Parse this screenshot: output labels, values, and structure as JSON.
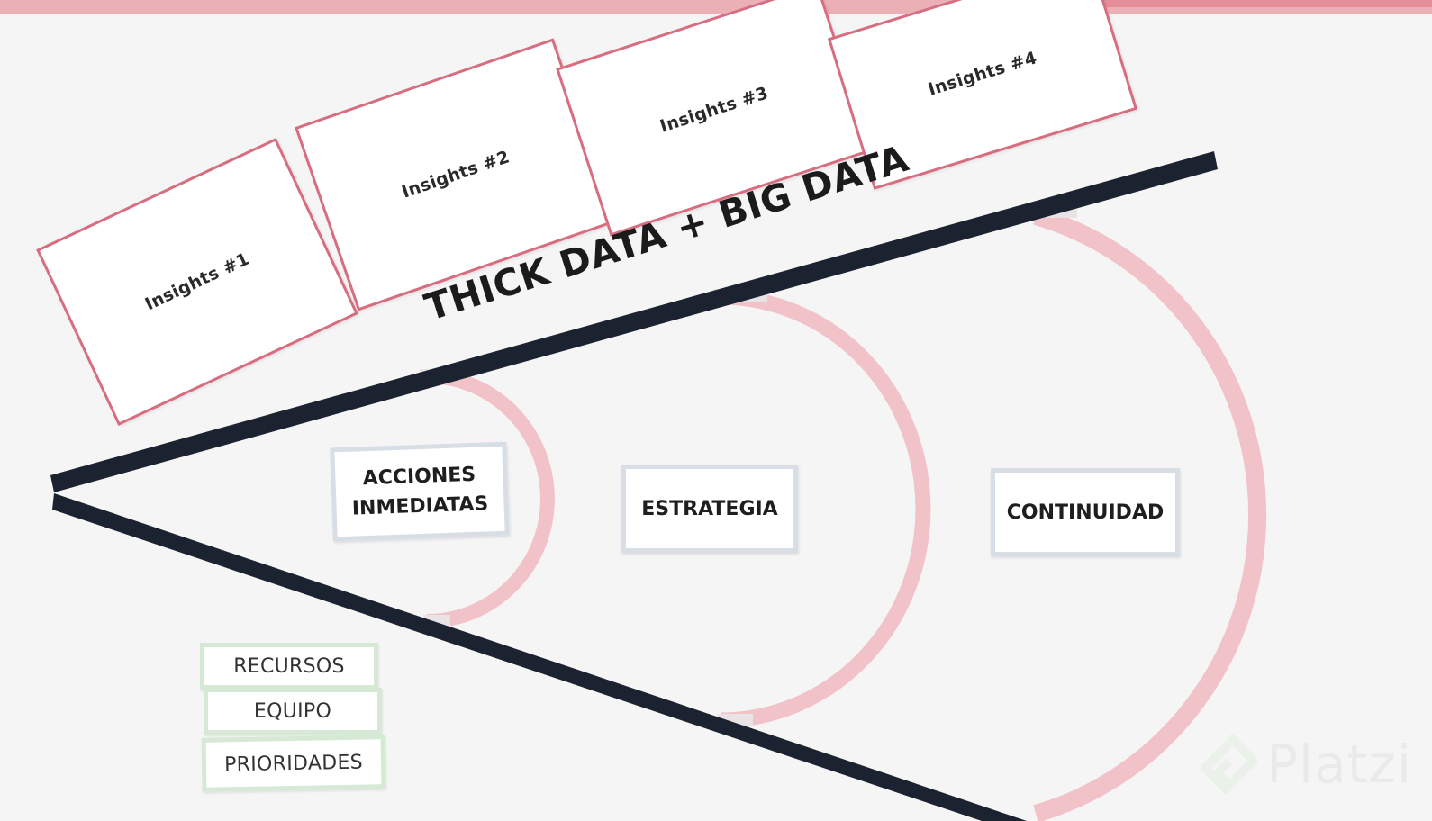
{
  "board": {
    "headline": "THICK DATA + BIG DATA",
    "insights": [
      {
        "label": "Insights #1"
      },
      {
        "label": "Insights #2"
      },
      {
        "label": "Insights #3"
      },
      {
        "label": "Insights #4"
      }
    ],
    "phases": [
      {
        "label": "ACCIONES\nINMEDIATAS"
      },
      {
        "label": "ESTRATEGIA"
      },
      {
        "label": "CONTINUIDAD"
      }
    ],
    "resources": [
      {
        "label": "RECURSOS"
      },
      {
        "label": "EQUIPO"
      },
      {
        "label": "PRIORIDADES"
      }
    ]
  },
  "watermark": {
    "text": "Platzi",
    "icon": "platzi-logo-icon"
  },
  "colors": {
    "background": "#f6f5f6",
    "insight_border": "#d66d80",
    "arc": "#f1c3c9",
    "funnel": "#1c2330",
    "phase_border": "#d7dee6",
    "resource_border": "#d5e9d5",
    "top_strip": "#eab0b6"
  }
}
